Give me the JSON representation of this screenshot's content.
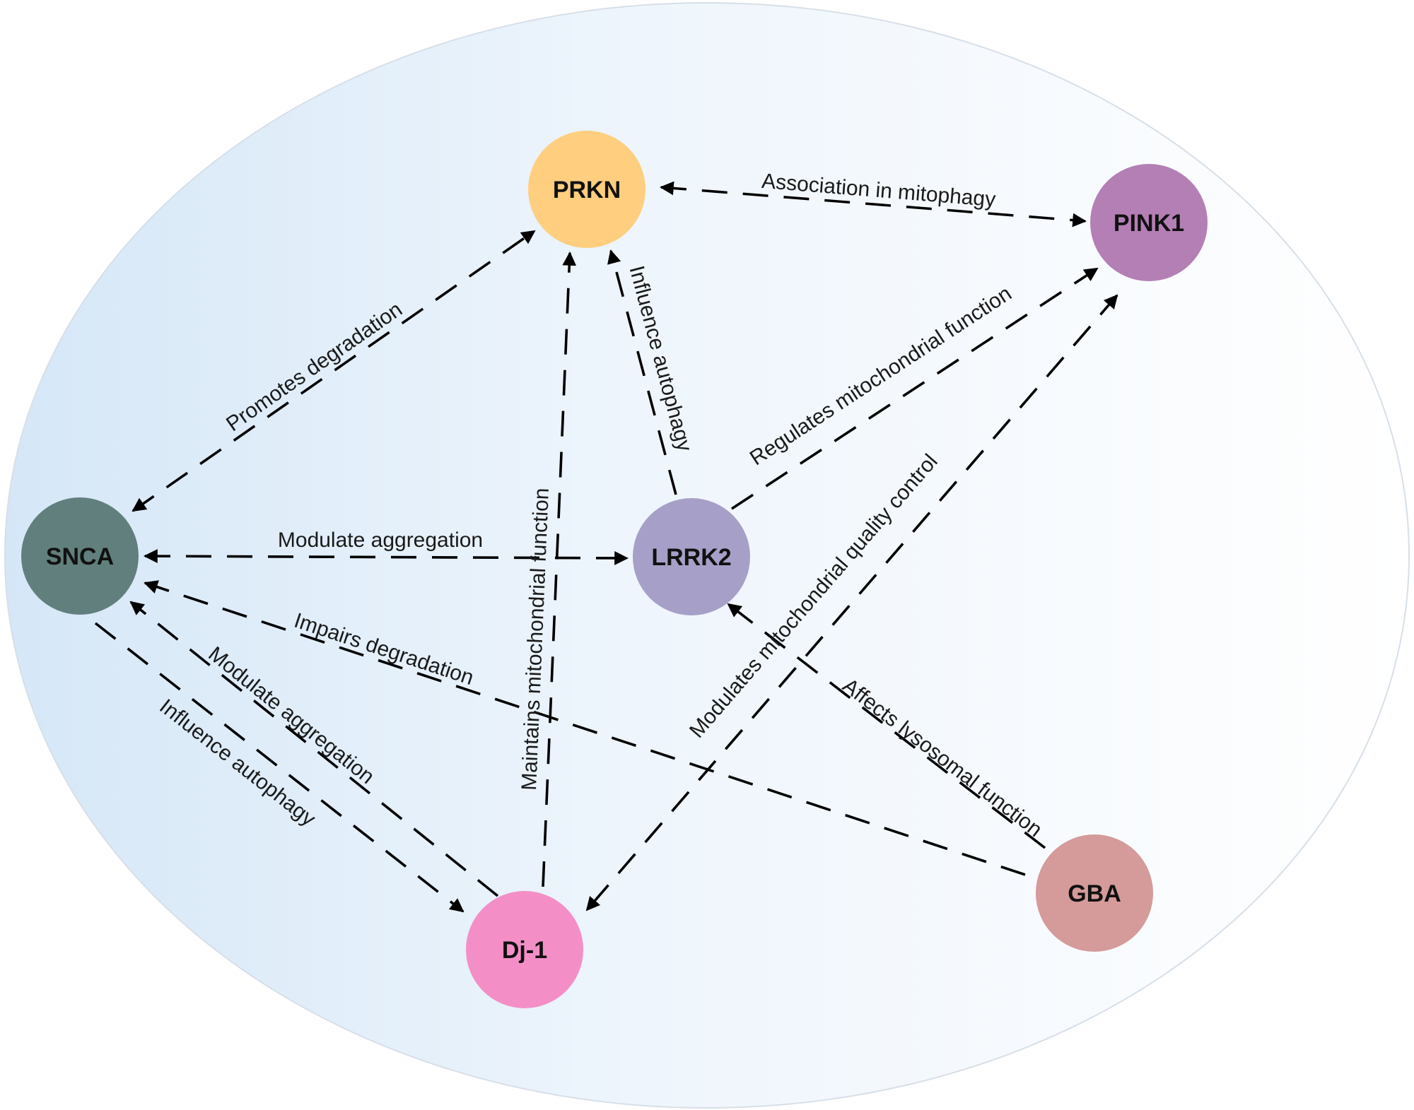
{
  "nodes": {
    "prkn": {
      "label": "PRKN",
      "color": "#FFCE7E"
    },
    "pink1": {
      "label": "PINK1",
      "color": "#B47FB5"
    },
    "snca": {
      "label": "SNCA",
      "color": "#617F7C"
    },
    "lrrk2": {
      "label": "LRRK2",
      "color": "#A6A0C8"
    },
    "dj1": {
      "label": "Dj-1",
      "color": "#F38FC6"
    },
    "gba": {
      "label": "GBA",
      "color": "#D59A9A"
    }
  },
  "edges": {
    "prkn_pink1": {
      "label": "Association in mitophagy"
    },
    "snca_prkn": {
      "label": "Promotes degradation"
    },
    "lrrk2_prkn": {
      "label": "Influence autophagy"
    },
    "lrrk2_pink1": {
      "label": "Regulates mitochondrial function"
    },
    "snca_lrrk2": {
      "label": "Modulate aggregation"
    },
    "dj1_prkn": {
      "label": "Maintains mitochondrial function"
    },
    "pink1_dj1": {
      "label": "Modulates mitochondrial quality control"
    },
    "gba_snca": {
      "label": "Impairs degradation"
    },
    "gba_lrrk2": {
      "label": "Affects lysosomal function"
    },
    "dj1_snca": {
      "label": "Modulate aggregation"
    },
    "snca_dj1": {
      "label": "Influence autophagy"
    }
  },
  "colors": {
    "background_gradient_left": "#D5E7F7",
    "background_gradient_right": "#FFFFFF",
    "ellipse_outline": "#D7DFE8",
    "edge": "#000000"
  }
}
